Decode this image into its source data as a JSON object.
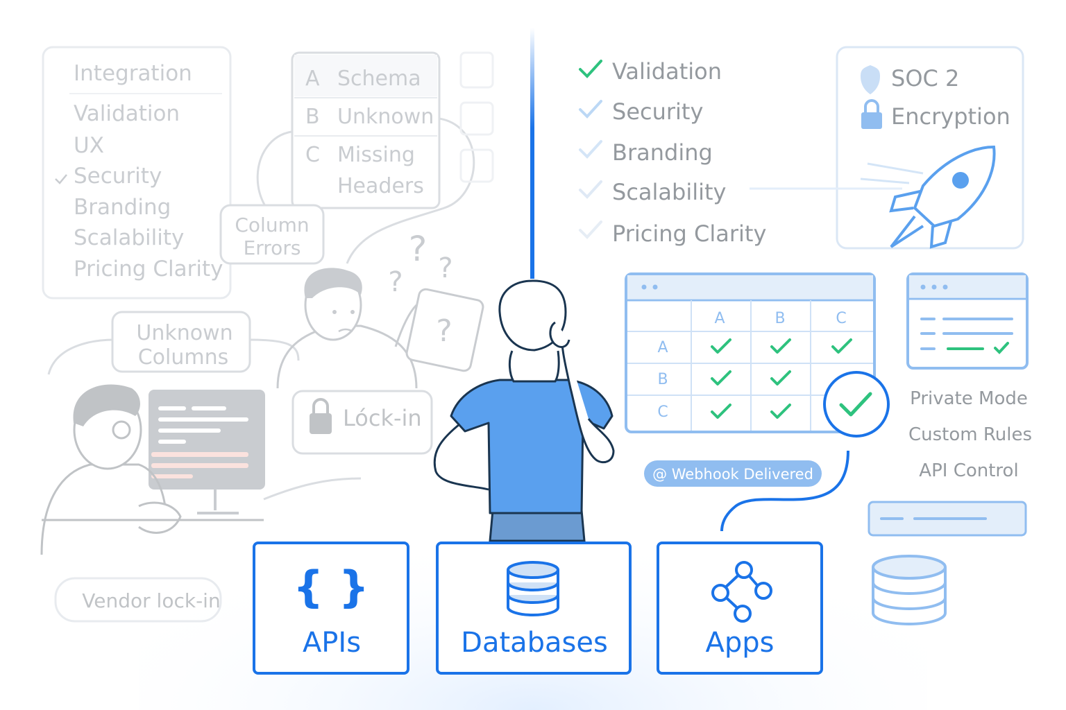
{
  "left_checklist": {
    "items": [
      "Integration",
      "Validation",
      "UX",
      "Security",
      "Branding",
      "Scalability",
      "Pricing Clarity"
    ]
  },
  "schema_card": {
    "rows": [
      {
        "letter": "A",
        "label": "Schema"
      },
      {
        "letter": "B",
        "label": "Unknown"
      },
      {
        "letter": "C",
        "label": "Missing"
      }
    ],
    "row_c_line2": "Headers"
  },
  "bubbles": {
    "column_errors_line1": "Column",
    "column_errors_line2": "Errors",
    "unknown_columns_line1": "Unknown",
    "unknown_columns_line2": "Columns",
    "lockin": "Lóck-in",
    "vendor_lockin": "Vendor lock-in",
    "question": "?"
  },
  "right_checklist": {
    "items": [
      "Validation",
      "Security",
      "Branding",
      "Scalability",
      "Pricing Clarity"
    ]
  },
  "compliance": {
    "soc2": "SOC 2",
    "encryption": "Encryption"
  },
  "grid_table": {
    "columns": [
      "A",
      "B",
      "C"
    ],
    "rows": [
      "A",
      "B",
      "C"
    ]
  },
  "webhook": {
    "label": "@ Webhook Delivered"
  },
  "features": {
    "items": [
      "Private Mode",
      "Custom Rules",
      "API Control"
    ]
  },
  "sources": {
    "apis_icon": "{ }",
    "apis": "APIs",
    "databases": "Databases",
    "apps": "Apps"
  },
  "colors": {
    "accent": "#1a73e8",
    "check_green": "#2ec27e",
    "muted": "#9aa5b1",
    "error_red": "#f4a79a"
  }
}
